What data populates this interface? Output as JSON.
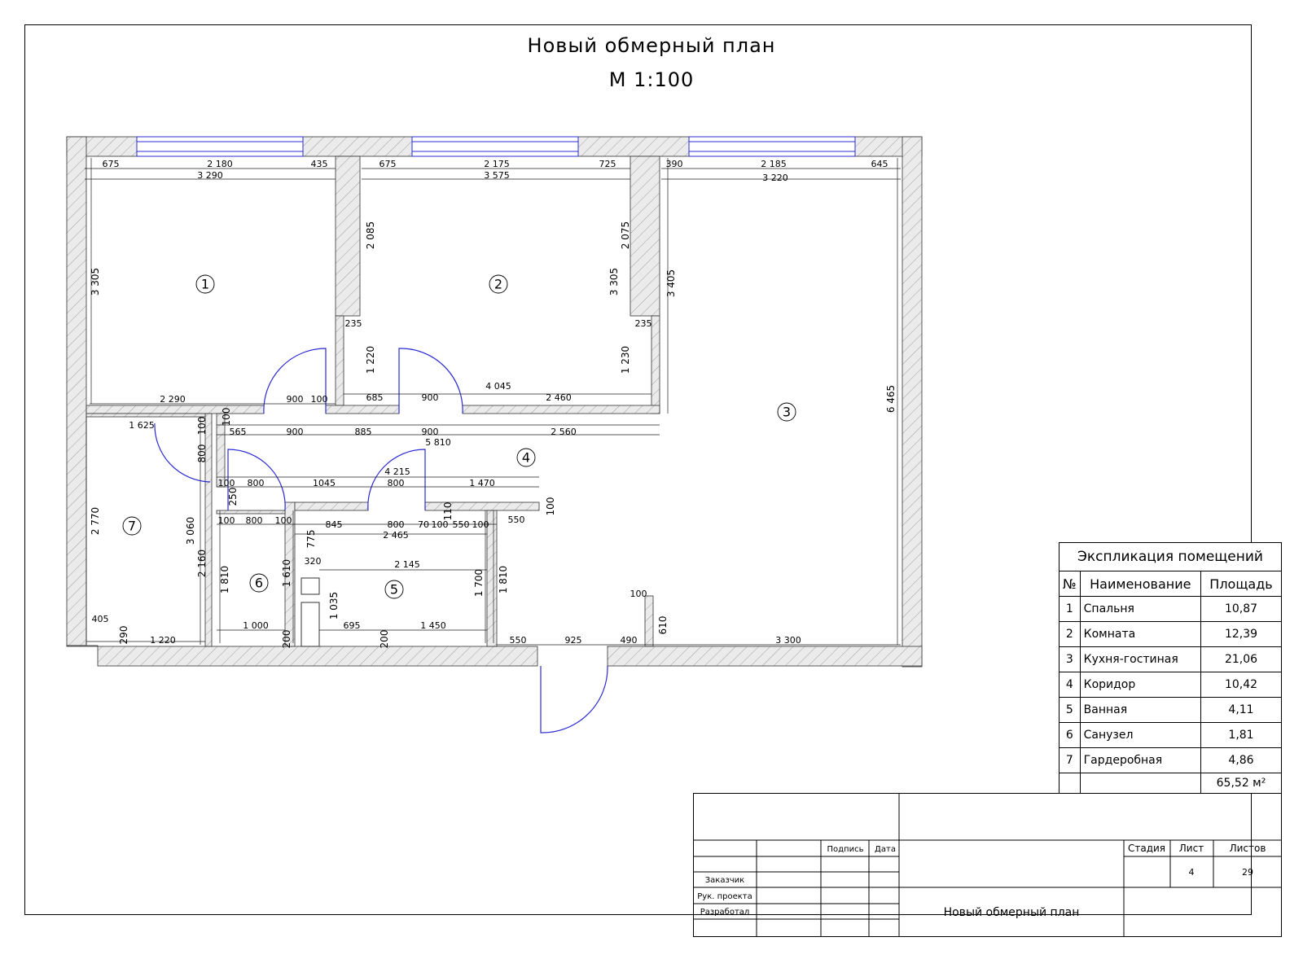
{
  "sheet": {
    "title": "Новый обмерный план",
    "scale": "М 1:100"
  },
  "rooms": [
    {
      "num": "1"
    },
    {
      "num": "2"
    },
    {
      "num": "3"
    },
    {
      "num": "4"
    },
    {
      "num": "5"
    },
    {
      "num": "6"
    },
    {
      "num": "7"
    }
  ],
  "dimensions": {
    "r1_top": [
      "675",
      "2 180",
      "435"
    ],
    "r1_total": "3 290",
    "r1_left": "3 305",
    "r2_top": [
      "675",
      "2 175",
      "725"
    ],
    "r2_total": "3 575",
    "r2_left": "2 085",
    "r2_right_upper": "2 075",
    "r2_right": "3 305",
    "r3_top": [
      "390",
      "2 185",
      "645"
    ],
    "r3_total": "3 220",
    "r3_left": "3 405",
    "r3_right": "6 465",
    "r3_bottom": "3 300",
    "wall_235a": "235",
    "wall_235b": "235",
    "wall_1220": "1 220",
    "wall_1230": "1 230",
    "row1": [
      "2 290",
      "900",
      "100",
      "685",
      "900",
      "2 460"
    ],
    "row1_total": "4 045",
    "row2": [
      "1 625",
      "565",
      "900",
      "885",
      "900",
      "2 560"
    ],
    "row2_total": "5 810",
    "v100a": "100",
    "v100b": "100",
    "v800": "800",
    "row3": [
      "100",
      "800",
      "1045",
      "800",
      "1 470"
    ],
    "row3_total": "4 215",
    "v250": "250",
    "v110": "110",
    "v100c": "100",
    "row4": [
      "100",
      "800",
      "100",
      "845",
      "800",
      "70",
      "100",
      "550",
      "100",
      "550"
    ],
    "row4_total": "2 465",
    "r7_left": "2 770",
    "r7_3060": "3 060",
    "r7_2160": "2 160",
    "r7_405": "405",
    "r7_290": "290",
    "r7_bottom": "1 220",
    "r6_left": "1 810",
    "r6_right": "1 610",
    "r6_bottom": "1 000",
    "r6_200": "200",
    "r5_775": "775",
    "r5_320": "320",
    "r5_2145": "2 145",
    "r5_1035": "1 035",
    "r5_1700": "1 700",
    "r5_1810": "1 810",
    "r5_bottom": [
      "695",
      "1 450"
    ],
    "r5_200": "200",
    "ent": [
      "550",
      "925",
      "490"
    ],
    "ent_100": "100",
    "ent_610": "610"
  },
  "explication": {
    "title": "Экспликация помещений",
    "headers": [
      "№",
      "Наименование",
      "Площадь"
    ],
    "rows": [
      {
        "num": "1",
        "name": "Спальня",
        "area": "10,87"
      },
      {
        "num": "2",
        "name": "Комната",
        "area": "12,39"
      },
      {
        "num": "3",
        "name": "Кухня-гостиная",
        "area": "21,06"
      },
      {
        "num": "4",
        "name": "Коридор",
        "area": "10,42"
      },
      {
        "num": "5",
        "name": "Ванная",
        "area": "4,11"
      },
      {
        "num": "6",
        "name": "Санузел",
        "area": "1,81"
      },
      {
        "num": "7",
        "name": "Гардеробная",
        "area": "4,86"
      }
    ],
    "total": "65,52 м²"
  },
  "stamp": {
    "sign": "Подпись",
    "date": "Дата",
    "customer": "Заказчик",
    "head": "Рук. проекта",
    "developed": "Разработал",
    "stage": "Стадия",
    "sheet": "Лист",
    "sheets": "Листов",
    "sheet_no": "4",
    "sheets_no": "29",
    "name": "Новый обмерный план"
  },
  "colors": {
    "wall_fill": "#d9d9d9",
    "door": "#2b2bd4",
    "hatch": "#777777"
  }
}
